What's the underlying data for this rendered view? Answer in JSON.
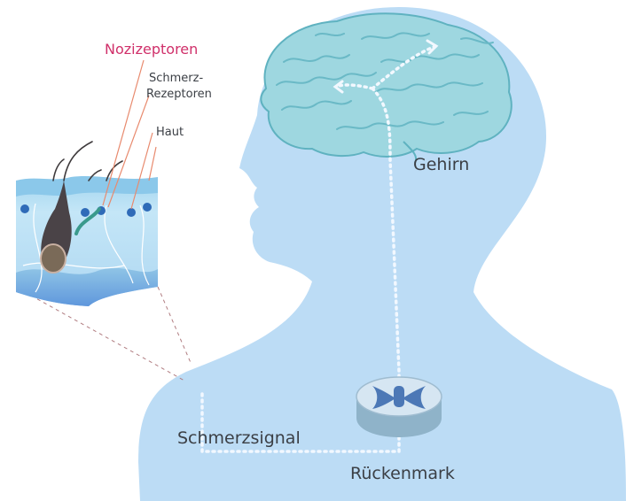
{
  "colors": {
    "body_fill": "#bcdcf5",
    "brain_fill": "#9ed7e0",
    "brain_stroke": "#5fb2c0",
    "signal_path": "#f2f8ff",
    "accent_label": "#d0306a",
    "label_text": "#3b3f45",
    "skin_top": "#9ad0ee",
    "skin_dermis": "#b9dff4",
    "skin_base": "#6fa8e6",
    "pointer_line": "#e88a6e"
  },
  "labels": {
    "nociceptors": "Nozizeptoren",
    "pain_receptors_line1": "Schmerz-",
    "pain_receptors_line2": "Rezeptoren",
    "skin": "Haut",
    "brain": "Gehirn",
    "pain_signal": "Schmerzsignal",
    "spinal_cord": "Rückenmark"
  },
  "icons": [
    "brain-illustration",
    "skin-cross-section",
    "spinal-cord-section",
    "head-silhouette"
  ]
}
